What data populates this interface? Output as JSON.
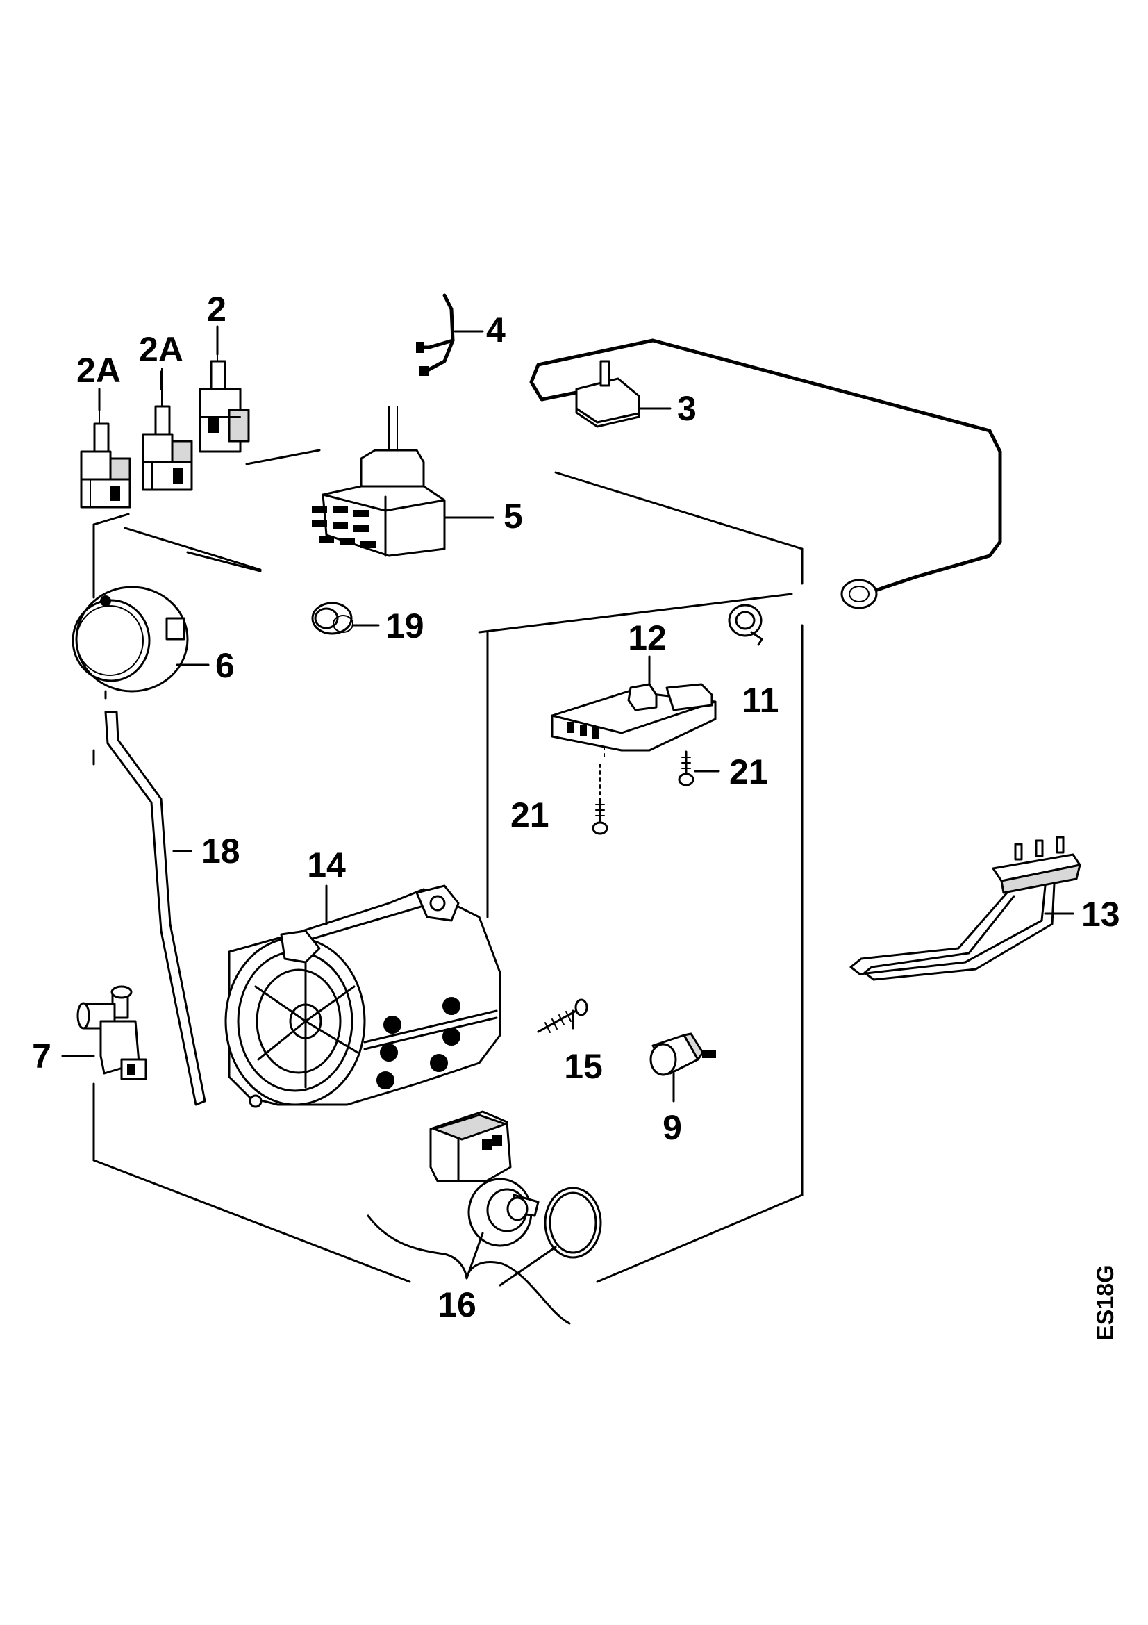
{
  "diagram": {
    "callouts": {
      "c2": "2",
      "c2a_left": "2A",
      "c2a_right": "2A",
      "c3": "3",
      "c4": "4",
      "c5": "5",
      "c6": "6",
      "c7": "7",
      "c9": "9",
      "c11": "11",
      "c12": "12",
      "c13": "13",
      "c14": "14",
      "c15": "15",
      "c16": "16",
      "c18": "18",
      "c19": "19",
      "c21_right": "21",
      "c21_left": "21"
    },
    "drawing_code": "ES18G"
  }
}
